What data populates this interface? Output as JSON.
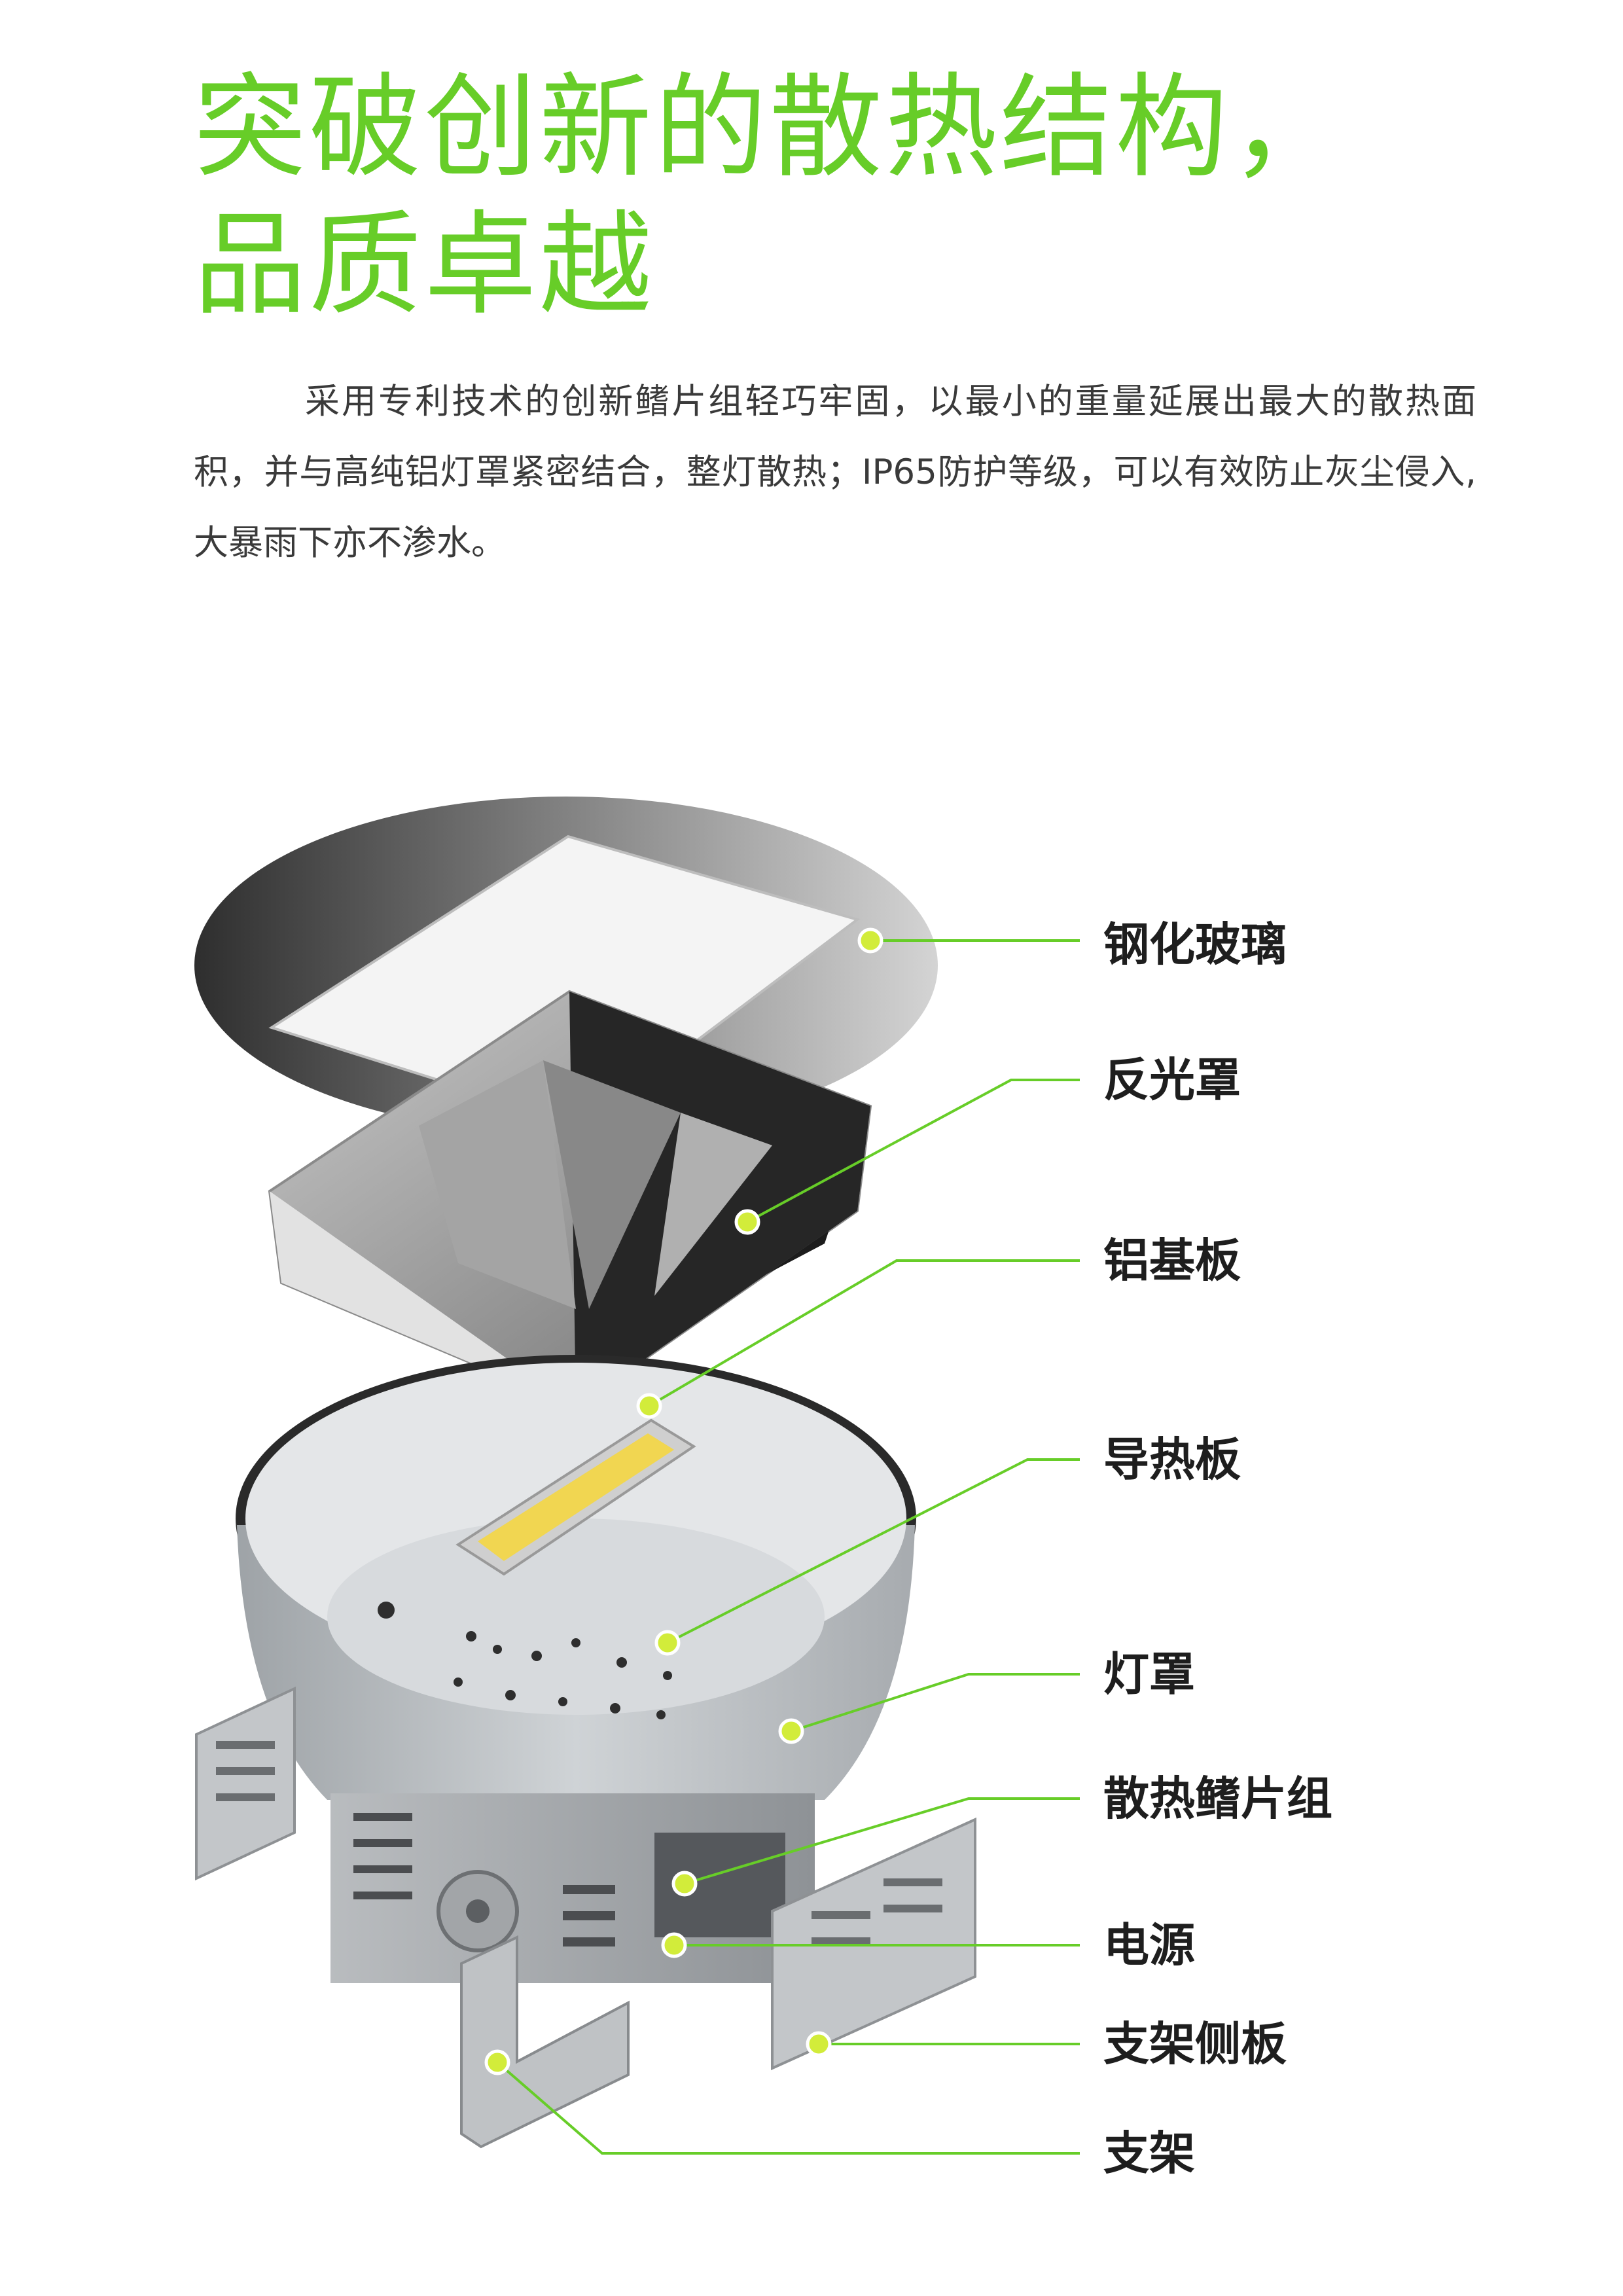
{
  "headline": {
    "line1": "突破创新的散热结构，",
    "line2": "品质卓越"
  },
  "intro": "采用专利技术的创新鳍片组轻巧牢固，以最小的重量延展出最大的散热面积，并与高纯铝灯罩紧密结合，整灯散热；IP65防护等级，可以有效防止灰尘侵入,大暴雨下亦不渗水。",
  "colors": {
    "accent": "#67cd28",
    "callout_dot": "#d2ec3a",
    "text": "#3a3a3a",
    "label": "#1e1e1e"
  },
  "callouts": [
    {
      "label": "钢化玻璃"
    },
    {
      "label": "反光罩"
    },
    {
      "label": "铝基板"
    },
    {
      "label": "导热板"
    },
    {
      "label": "灯罩"
    },
    {
      "label": "散热鳍片组"
    },
    {
      "label": "电源"
    },
    {
      "label": "支架侧板"
    },
    {
      "label": "支架"
    }
  ]
}
